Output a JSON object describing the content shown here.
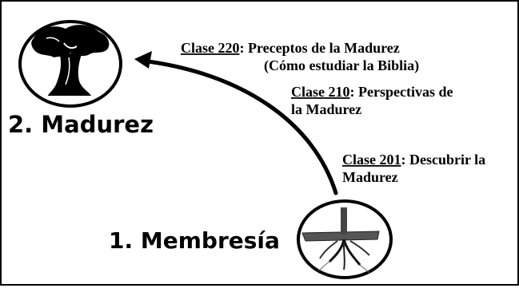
{
  "stages": {
    "maturity": {
      "label": "2. Madurez",
      "icon": "tree-icon"
    },
    "membership": {
      "label": "1. Membresía",
      "icon": "root-icon"
    }
  },
  "classes": [
    {
      "code": "Clase 220",
      "title_line1": ": Preceptos de la Madurez",
      "title_line2": "(Cómo estudiar la Biblia)"
    },
    {
      "code": "Clase 210",
      "title_line1": ": Perspectivas de",
      "title_line2": "la Madurez"
    },
    {
      "code": "Clase 201",
      "title_line1": ": Descubrir la",
      "title_line2": "Madurez"
    }
  ],
  "colors": {
    "ink": "#000000",
    "root_gray": "#555555",
    "background": "#ffffff"
  }
}
